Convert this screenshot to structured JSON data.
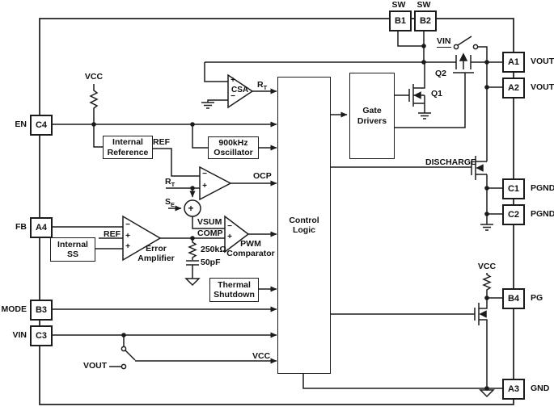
{
  "colors": {
    "line": "#1b1b1b",
    "text": "#111111",
    "background": "#ffffff"
  },
  "pins": {
    "top": [
      {
        "id": "B1",
        "net": "SW"
      },
      {
        "id": "B2",
        "net": "SW"
      }
    ],
    "left": [
      {
        "id": "C4",
        "net": "EN"
      },
      {
        "id": "A4",
        "net": "FB"
      },
      {
        "id": "B3",
        "net": "MODE"
      },
      {
        "id": "C3",
        "net": "VIN"
      }
    ],
    "right": [
      {
        "id": "A1",
        "net": "VOUT"
      },
      {
        "id": "A2",
        "net": "VOUT"
      },
      {
        "id": "C1",
        "net": "PGND"
      },
      {
        "id": "C2",
        "net": "PGND"
      },
      {
        "id": "B4",
        "net": "PG"
      },
      {
        "id": "A3",
        "net": "GND"
      }
    ]
  },
  "blocks": {
    "internal_reference": "Internal\nReference",
    "oscillator": "900kHz\nOscillator",
    "internal_ss": "Internal\nSS",
    "thermal_shutdown": "Thermal\nShutdown",
    "control_logic": "Control\nLogic",
    "gate_drivers": "Gate\nDrivers",
    "csa": "CSA",
    "error_amplifier": "Error\nAmplifier",
    "pwm_comparator": "PWM\nComparator"
  },
  "labels": {
    "vcc_top": "VCC",
    "vcc_pg": "VCC",
    "vcc_core": "VCC",
    "vin_switch": "VIN",
    "vout_switch": "VOUT",
    "ref_reference": "REF",
    "ref_error_amp": "REF",
    "rt_csa": {
      "base": "R",
      "sub": "T"
    },
    "rt_ocp": {
      "base": "R",
      "sub": "T"
    },
    "se": {
      "base": "S",
      "sub": "E"
    },
    "ocp": "OCP",
    "vsum": "VSUM",
    "comp": "COMP",
    "q1": "Q1",
    "q2": "Q2",
    "discharge": "DISCHARGE",
    "resistor_comp": "250kΩ",
    "cap_comp": "50pF"
  },
  "symbols": {
    "plus": "+",
    "minus": "−"
  }
}
